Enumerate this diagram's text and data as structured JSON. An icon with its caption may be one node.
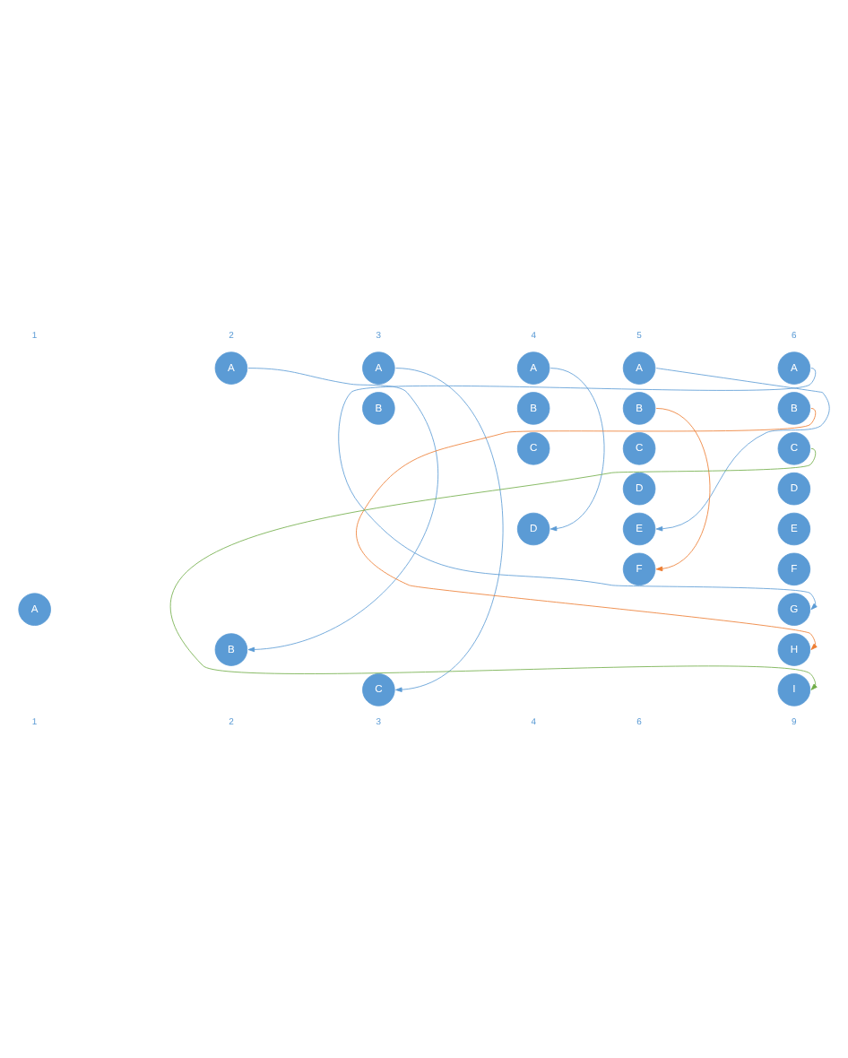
{
  "diagram": {
    "nodes": [
      {
        "text": [
          "A"
        ]
      },
      {
        "text": [
          "A"
        ]
      },
      {
        "text": [
          "B"
        ]
      },
      {
        "text": [
          "A"
        ]
      },
      {
        "text": [
          "B"
        ]
      },
      {
        "text": [
          "C"
        ]
      },
      {
        "text": [
          "A"
        ]
      },
      {
        "text": [
          "B"
        ]
      },
      {
        "text": [
          "C"
        ]
      },
      {
        "text": [
          "D"
        ]
      },
      {
        "text": [
          "A"
        ]
      },
      {
        "text": [
          "B"
        ]
      },
      {
        "text": [
          "C"
        ]
      },
      {
        "text": [
          "D"
        ]
      },
      {
        "text": [
          "E"
        ]
      },
      {
        "text": [
          "F"
        ]
      },
      {
        "text": [
          "A"
        ]
      },
      {
        "text": [
          "B"
        ]
      },
      {
        "text": [
          "C"
        ]
      },
      {
        "text": [
          "D"
        ]
      },
      {
        "text": [
          "E"
        ]
      },
      {
        "text": [
          "F"
        ]
      },
      {
        "text": [
          "G"
        ]
      },
      {
        "text": [
          "H"
        ]
      },
      {
        "text": [
          "I"
        ]
      }
    ],
    "edges": [
      {
        "from": 1,
        "to": 2,
        "arrow": "to"
      },
      {
        "from": 3,
        "to": 5,
        "arrow": "to"
      },
      {
        "from": 6,
        "to": 9,
        "arrow": "to"
      },
      {
        "from": 10,
        "to": 14,
        "arrow": "to"
      },
      {
        "from": 11,
        "to": 15,
        "arrow": "to",
        "color": "#ed7d31"
      },
      {
        "from": 16,
        "to": 22,
        "arrow": "to"
      },
      {
        "from": 17,
        "to": 23,
        "arrow": "to",
        "color": "#ed7d31"
      },
      {
        "from": 18,
        "to": 24,
        "arrow": "to",
        "color": "#70ad47"
      }
    ],
    "labels": [
      "1",
      "2",
      "3",
      "4",
      "5",
      "6",
      "1",
      "2",
      "3",
      "4",
      "6",
      "9"
    ]
  }
}
